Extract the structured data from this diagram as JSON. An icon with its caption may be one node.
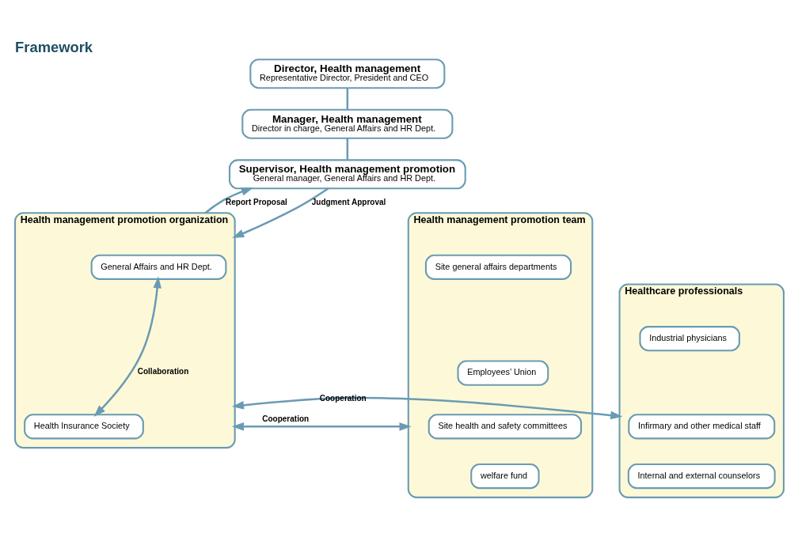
{
  "diagram": {
    "title": "Framework",
    "nodes": [
      {
        "text": [
          "Director, Health management",
          "Representative Director, President and CEO"
        ]
      },
      {
        "text": [
          "Manager, Health management",
          "Director in charge, General Affairs and HR Dept."
        ]
      },
      {
        "text": [
          "Supervisor, Health management promotion",
          "General manager, General Affairs and HR Dept."
        ]
      },
      {
        "text": [
          "Healthcare professionals"
        ]
      },
      {
        "text": [
          "Industrial physicians"
        ],
        "in": 3
      },
      {
        "text": [
          "Infirmary and other medical staff"
        ],
        "in": 3
      },
      {
        "text": [
          "Internal and external counselors"
        ],
        "in": 3
      },
      {
        "text": [
          "Health management promotion organization"
        ]
      },
      {
        "text": [
          "General Affairs and HR Dept."
        ],
        "in": 7
      },
      {
        "text": [
          "Health Insurance Society"
        ],
        "in": 7
      },
      {
        "text": [
          "Health management promotion team"
        ]
      },
      {
        "text": [
          "Site general affairs departments"
        ],
        "in": 10
      },
      {
        "text": [
          "Employees’ Union"
        ],
        "in": 10
      },
      {
        "text": [
          "Site health and safety committees"
        ],
        "in": 10
      },
      {
        "text": [
          "welfare fund"
        ],
        "in": 10
      }
    ],
    "edges": [
      {
        "from": 0,
        "to": 1,
        "arrow": "none"
      },
      {
        "from": 1,
        "to": 2,
        "arrow": "none"
      },
      {
        "from": 7,
        "to": 2,
        "arrow": "to",
        "label": "Report Proposal"
      },
      {
        "from": 2,
        "to": 7,
        "arrow": "to",
        "label": "Judgment Approval"
      },
      {
        "from": 3,
        "to": 7,
        "arrow": "both",
        "label": "Cooperation"
      },
      {
        "from": 7,
        "to": 10,
        "arrow": "both",
        "label": "Cooperation"
      },
      {
        "from": 8,
        "to": 9,
        "arrow": "both",
        "label": "Collaboration"
      }
    ]
  }
}
